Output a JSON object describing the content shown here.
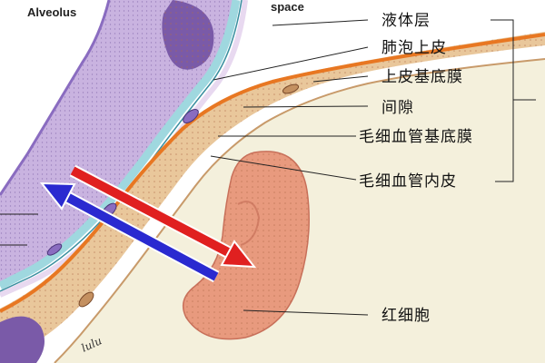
{
  "labels": {
    "alveolus": "Alveolus",
    "space": "space",
    "fluid_layer": "液体层",
    "alveolar_epithelium": "肺泡上皮",
    "epithelial_basement_membrane": "上皮基底膜",
    "interstitial_space": "间隙",
    "capillary_basement_membrane": "毛细血管基底膜",
    "capillary_endothelium": "毛细血管内皮",
    "red_blood_cell": "红细胞",
    "signature": "lulu"
  },
  "colors": {
    "alveolar_cell": "#c9b3e0",
    "nucleus": "#7a5aa8",
    "fluid_layer": "#9fd8df",
    "capillary_wall": "#e9c79b",
    "basement_membrane": "#e87722",
    "plasma": "#f4f0dc",
    "rbc": "#e89a7e",
    "arrow_red": "#e02020",
    "arrow_blue": "#2a2ad0"
  }
}
